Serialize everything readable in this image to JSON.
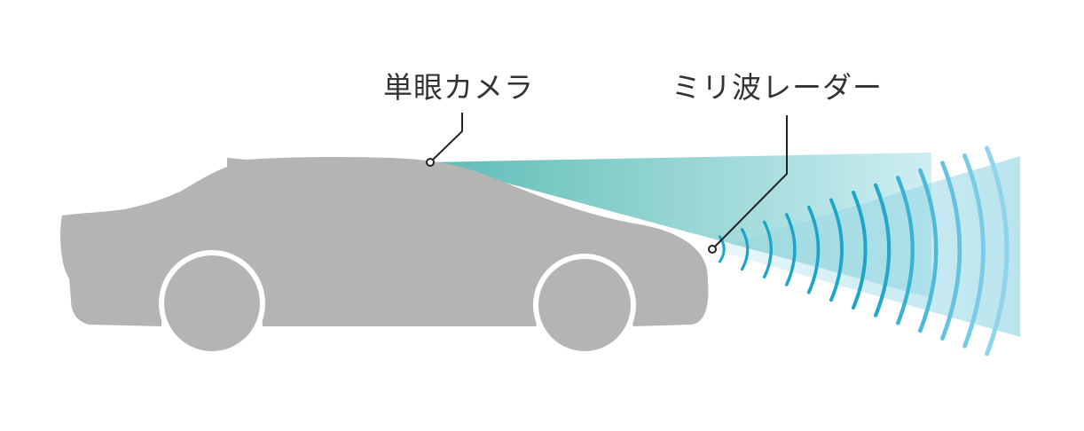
{
  "labels": {
    "camera": "単眼カメラ",
    "radar": "ミリ波レーダー"
  },
  "colors": {
    "car_body": "#b4b4b4",
    "wheel_rim": "#ffffff",
    "camera_beam_start": "#4bb5ad",
    "camera_beam_end": "#c9ecf1",
    "radar_cone": "#7fcee0",
    "radar_wave_inner": "#1aa5c9",
    "radar_wave_outer": "#8fd3ec",
    "leader_line": "#222222",
    "label_text": "#333333"
  },
  "radar": {
    "wave_count": 13
  }
}
